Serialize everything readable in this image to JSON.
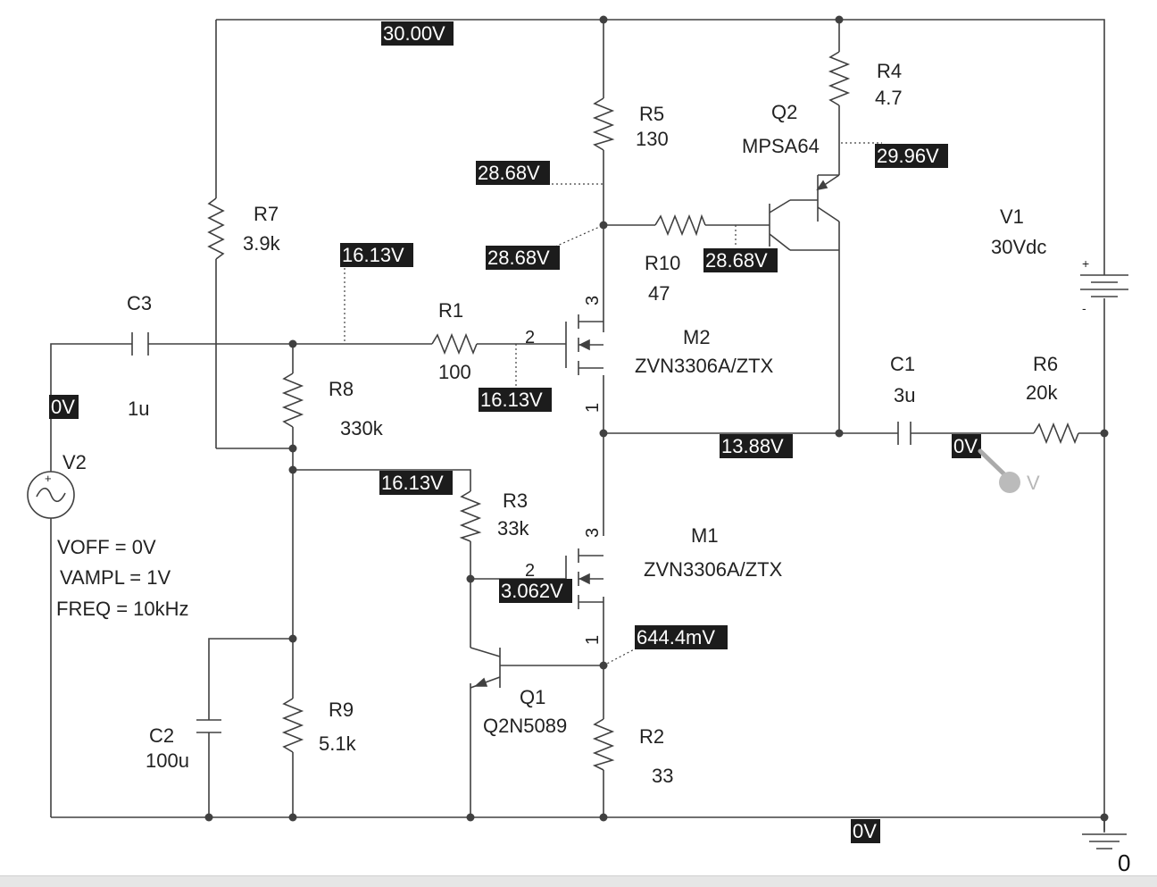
{
  "components": {
    "R7": {
      "ref": "R7",
      "value": "3.9k"
    },
    "R5": {
      "ref": "R5",
      "value": "130"
    },
    "R4": {
      "ref": "R4",
      "value": "4.7"
    },
    "Q2": {
      "ref": "Q2",
      "model": "MPSA64"
    },
    "V1": {
      "ref": "V1",
      "value": "30Vdc"
    },
    "R10": {
      "ref": "R10",
      "value": "47"
    },
    "C3": {
      "ref": "C3",
      "value": "1u"
    },
    "R1": {
      "ref": "R1",
      "value": "100"
    },
    "M2": {
      "ref": "M2",
      "model": "ZVN3306A/ZTX"
    },
    "R8": {
      "ref": "R8",
      "value": "330k"
    },
    "C1": {
      "ref": "C1",
      "value": "3u"
    },
    "R6": {
      "ref": "R6",
      "value": "20k"
    },
    "V2": {
      "ref": "V2",
      "voff": "VOFF = 0V",
      "vampl": "VAMPL = 1V",
      "freq": "FREQ = 10kHz"
    },
    "R3": {
      "ref": "R3",
      "value": "33k"
    },
    "M1": {
      "ref": "M1",
      "model": "ZVN3306A/ZTX"
    },
    "Q1": {
      "ref": "Q1",
      "model": "Q2N5089"
    },
    "C2": {
      "ref": "C2",
      "value": "100u"
    },
    "R9": {
      "ref": "R9",
      "value": "5.1k"
    },
    "R2": {
      "ref": "R2",
      "value": "33"
    }
  },
  "pins": {
    "m2_drain": "3",
    "m2_gate": "2",
    "m2_source": "1",
    "m1_drain": "3",
    "m1_gate": "2",
    "m1_source": "1"
  },
  "voltages": {
    "top_rail": "30.00V",
    "q2_emitter": "29.96V",
    "r5_bottom": "28.68V",
    "m2_drain": "28.68V",
    "q2_base": "28.68V",
    "r1_left": "16.13V",
    "m2_gate": "16.13V",
    "v2_plus": "0V",
    "output": "13.88V",
    "probe_node": "0V",
    "bias_node": "16.13V",
    "m1_gate": "3.062V",
    "m1_source": "644.4mV",
    "ground": "0V"
  },
  "probe": {
    "label": "V"
  },
  "ground_label": "0",
  "v1_polarity": {
    "plus": "+",
    "minus": "-"
  }
}
